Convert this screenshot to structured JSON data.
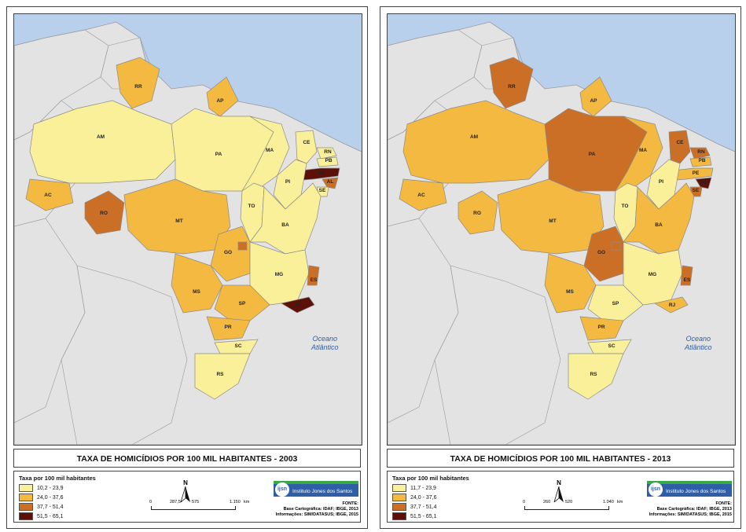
{
  "colors": {
    "ocean": "#b9d0ec",
    "land": "#e3e3e3",
    "border": "#9a9a9a",
    "class1": "#fbf09a",
    "class2": "#f4b940",
    "class3": "#cc6f26",
    "class4": "#5c1008"
  },
  "maps": [
    {
      "year": "2003",
      "title": "TAXA DE HOMICÍDIOS POR 100 MIL HABITANTES - 2003",
      "ocean_label_1": "Oceano",
      "ocean_label_2": "Atlântico",
      "legend": {
        "title": "Taxa por 100 mil habitantes",
        "classes": [
          "10,2 - 23,9",
          "24,0 - 37,6",
          "37,7 - 51,4",
          "51,5 - 65,1"
        ]
      },
      "north": "N",
      "scale": {
        "ticks": [
          "0",
          "287,5",
          "575",
          "1.150"
        ],
        "unit": "km"
      },
      "logo_text": "Instituto Jones dos Santos Neves",
      "logo_badge": "ijsn",
      "fonte": [
        "FONTE:",
        "Base Cartográfica: IDAF; IBGE, 2013",
        "Informações: SIM/DATASUS; IBGE, 2015"
      ],
      "states": {
        "RR": 2,
        "AP": 2,
        "AM": 1,
        "PA": 1,
        "MA": 1,
        "CE": 1,
        "RN": 1,
        "PB": 1,
        "PE": 4,
        "AL": 3,
        "SE": 1,
        "PI": 1,
        "TO": 1,
        "BA": 1,
        "AC": 2,
        "RO": 3,
        "MT": 2,
        "GO": 2,
        "DF": 3,
        "MG": 1,
        "ES": 3,
        "RJ": 4,
        "MS": 2,
        "SP": 2,
        "PR": 2,
        "SC": 1,
        "RS": 1
      }
    },
    {
      "year": "2013",
      "title": "TAXA DE HOMICÍDIOS POR 100 MIL HABITANTES - 2013",
      "ocean_label_1": "Oceano",
      "ocean_label_2": "Atlântico",
      "legend": {
        "title": "Taxa por 100 mil habitantes",
        "classes": [
          "11,7 - 23,9",
          "24,0 - 37,6",
          "37,7 - 51,4",
          "51,5 - 65,1"
        ]
      },
      "north": "N",
      "scale": {
        "ticks": [
          "0",
          "260",
          "520",
          "1.040"
        ],
        "unit": "km"
      },
      "logo_text": "Instituto Jones dos Santos Neves",
      "logo_badge": "ijsn",
      "fonte": [
        "FONTE:",
        "Base Cartográfica: IDAF; IBGE, 2013",
        "Informações: SIM/DATASUS; IBGE, 2015"
      ],
      "states": {
        "RR": 3,
        "AP": 2,
        "AM": 2,
        "PA": 3,
        "MA": 2,
        "CE": 3,
        "RN": 3,
        "PB": 2,
        "PE": 2,
        "AL": 4,
        "SE": 3,
        "PI": 1,
        "TO": 1,
        "BA": 2,
        "AC": 2,
        "RO": 2,
        "MT": 2,
        "GO": 3,
        "DF": 3,
        "MG": 1,
        "ES": 3,
        "RJ": 2,
        "MS": 2,
        "SP": 1,
        "PR": 2,
        "SC": 1,
        "RS": 1
      }
    }
  ]
}
